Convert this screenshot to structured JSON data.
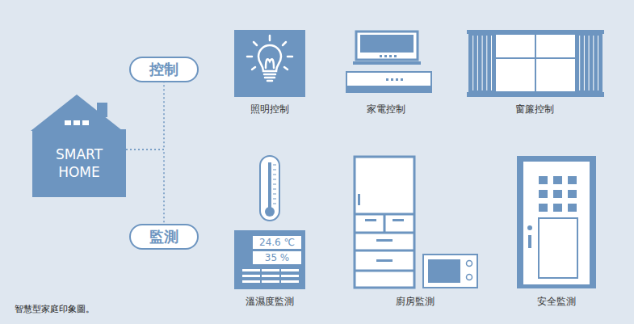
{
  "diagram": {
    "caption": "智慧型家庭印象圖。",
    "nodes": [
      {
        "text": [
          "SMART HOME"
        ]
      },
      {
        "text": [
          "控制"
        ]
      },
      {
        "text": [
          "監測"
        ]
      }
    ],
    "edges": [
      {
        "from": 0,
        "to": 1,
        "arrow": "none"
      },
      {
        "from": 0,
        "to": 2,
        "arrow": "none"
      }
    ],
    "labels": [
      "照明控制",
      "家電控制",
      "窗簾控制",
      "24.6 ℃",
      "35 %",
      "溫濕度監測",
      "廚房監測",
      "安全監測"
    ]
  }
}
